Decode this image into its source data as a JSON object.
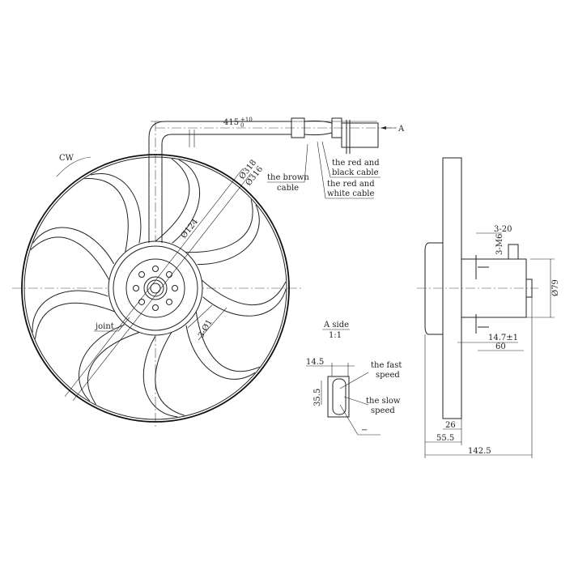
{
  "front_view": {
    "rotation_label": "CW",
    "cable_length": "415",
    "cable_tol_upper": "+10",
    "cable_tol_lower": "0",
    "dia_outer_1": "Ø318",
    "dia_outer_2": "Ø316",
    "dia_hub": "Ø124",
    "holes": "3-Ø1",
    "joint": "joint",
    "brown_cable": [
      "the brown",
      "cable"
    ],
    "red_black_cable": [
      "the red and",
      "black cable"
    ],
    "red_white_cable": [
      "the red and",
      "white cable"
    ],
    "view_marker": "A"
  },
  "a_side": {
    "title": "A side",
    "scale": "1:1",
    "width": "14.5",
    "height": "35.5",
    "fast": [
      "the fast",
      "speed"
    ],
    "slow": [
      "the slow",
      "speed"
    ],
    "ground": "−"
  },
  "side_view": {
    "bolt_spacing": "3-20",
    "bolts": "3-M6",
    "motor_dia": "Ø79",
    "offset": "14.7±1",
    "motor_len": "60",
    "blade_depth": "26",
    "front_depth": "55.5",
    "overall": "142.5"
  }
}
